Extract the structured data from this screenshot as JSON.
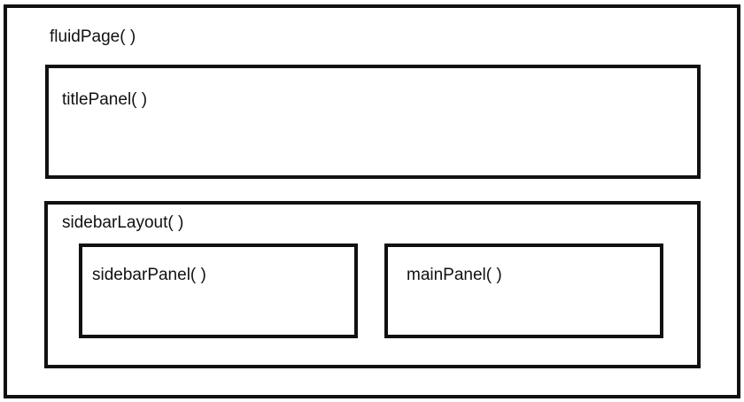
{
  "diagram": {
    "fluid_page": {
      "label": "fluidPage( )"
    },
    "title_panel": {
      "label": "titlePanel( )"
    },
    "sidebar_layout": {
      "label": "sidebarLayout( )"
    },
    "sidebar_panel": {
      "label": "sidebarPanel( )"
    },
    "main_panel": {
      "label": "mainPanel( )"
    }
  },
  "colors": {
    "border": "#111111",
    "background": "#ffffff",
    "text": "#111111"
  }
}
